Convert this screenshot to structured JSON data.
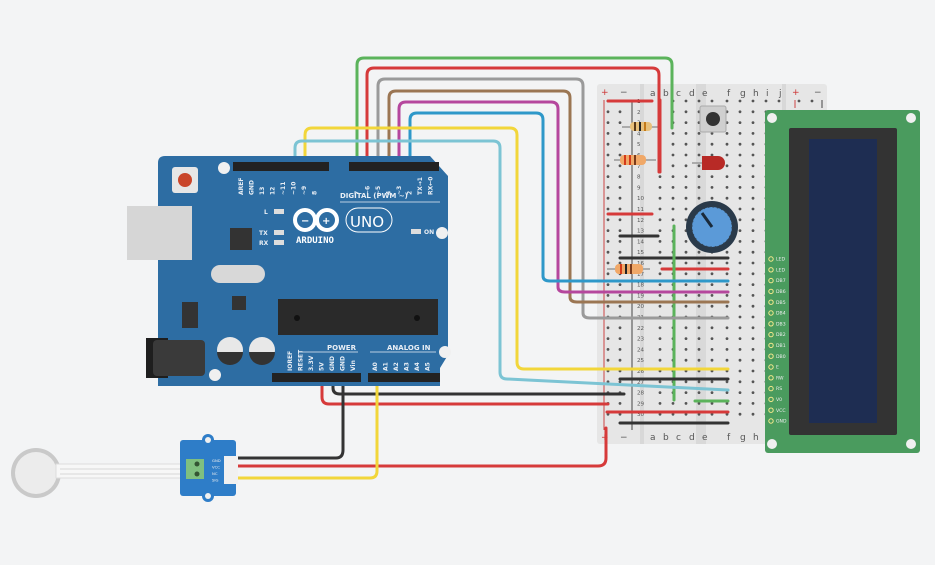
{
  "arduino": {
    "brand": "ARDUINO",
    "model": "UNO",
    "digital_header_title": "DIGITAL (PWM ~)",
    "digital_pins": [
      "AREF",
      "GND",
      "13",
      "12",
      "~11",
      "~10",
      "~9",
      "8",
      "7",
      "~6",
      "~5",
      "4",
      "~3",
      "2",
      "TX→1",
      "RX←0"
    ],
    "power_header_title": "POWER",
    "power_pins": [
      "IOREF",
      "RESET",
      "3.3V",
      "5V",
      "GND",
      "GND",
      "Vin"
    ],
    "analog_header_title": "ANALOG IN",
    "analog_pins": [
      "A0",
      "A1",
      "A2",
      "A3",
      "A4",
      "A5"
    ],
    "led_labels": {
      "l": "L",
      "tx": "TX",
      "rx": "RX",
      "on": "ON"
    }
  },
  "breadboard": {
    "rail_plus": "+",
    "rail_minus": "−",
    "columns_left": [
      "a",
      "b",
      "c",
      "d",
      "e"
    ],
    "columns_right": [
      "f",
      "g",
      "h",
      "i",
      "j"
    ],
    "row_numbers": [
      "1",
      "2",
      "3",
      "4",
      "5",
      "6",
      "7",
      "8",
      "9",
      "10",
      "11",
      "12",
      "13",
      "14",
      "15",
      "16",
      "17",
      "18",
      "19",
      "20",
      "21",
      "22",
      "23",
      "24",
      "25",
      "26",
      "27",
      "28",
      "29",
      "30"
    ]
  },
  "lcd": {
    "pins": [
      "LED",
      "LED",
      "DB7",
      "DB6",
      "DB5",
      "DB4",
      "DB3",
      "DB2",
      "DB1",
      "DB0",
      "E",
      "RW",
      "RS",
      "V0",
      "VCC",
      "GND"
    ]
  },
  "sensor_module": {
    "pins": [
      "GND",
      "VCC",
      "NC",
      "SIG"
    ]
  },
  "colors": {
    "arduino_board": "#2d6da3",
    "lcd_board": "#4a9b5e",
    "lcd_screen": "#1e2d52",
    "wire_red": "#d63a3a",
    "wire_black": "#333333",
    "wire_green": "#5bb35b",
    "wire_yellow": "#f2d63a",
    "wire_blue": "#2e98c9",
    "wire_cyan": "#7cc4d4",
    "wire_magenta": "#b5479d",
    "wire_brown": "#9b7653",
    "wire_gray": "#9a9a9a"
  }
}
